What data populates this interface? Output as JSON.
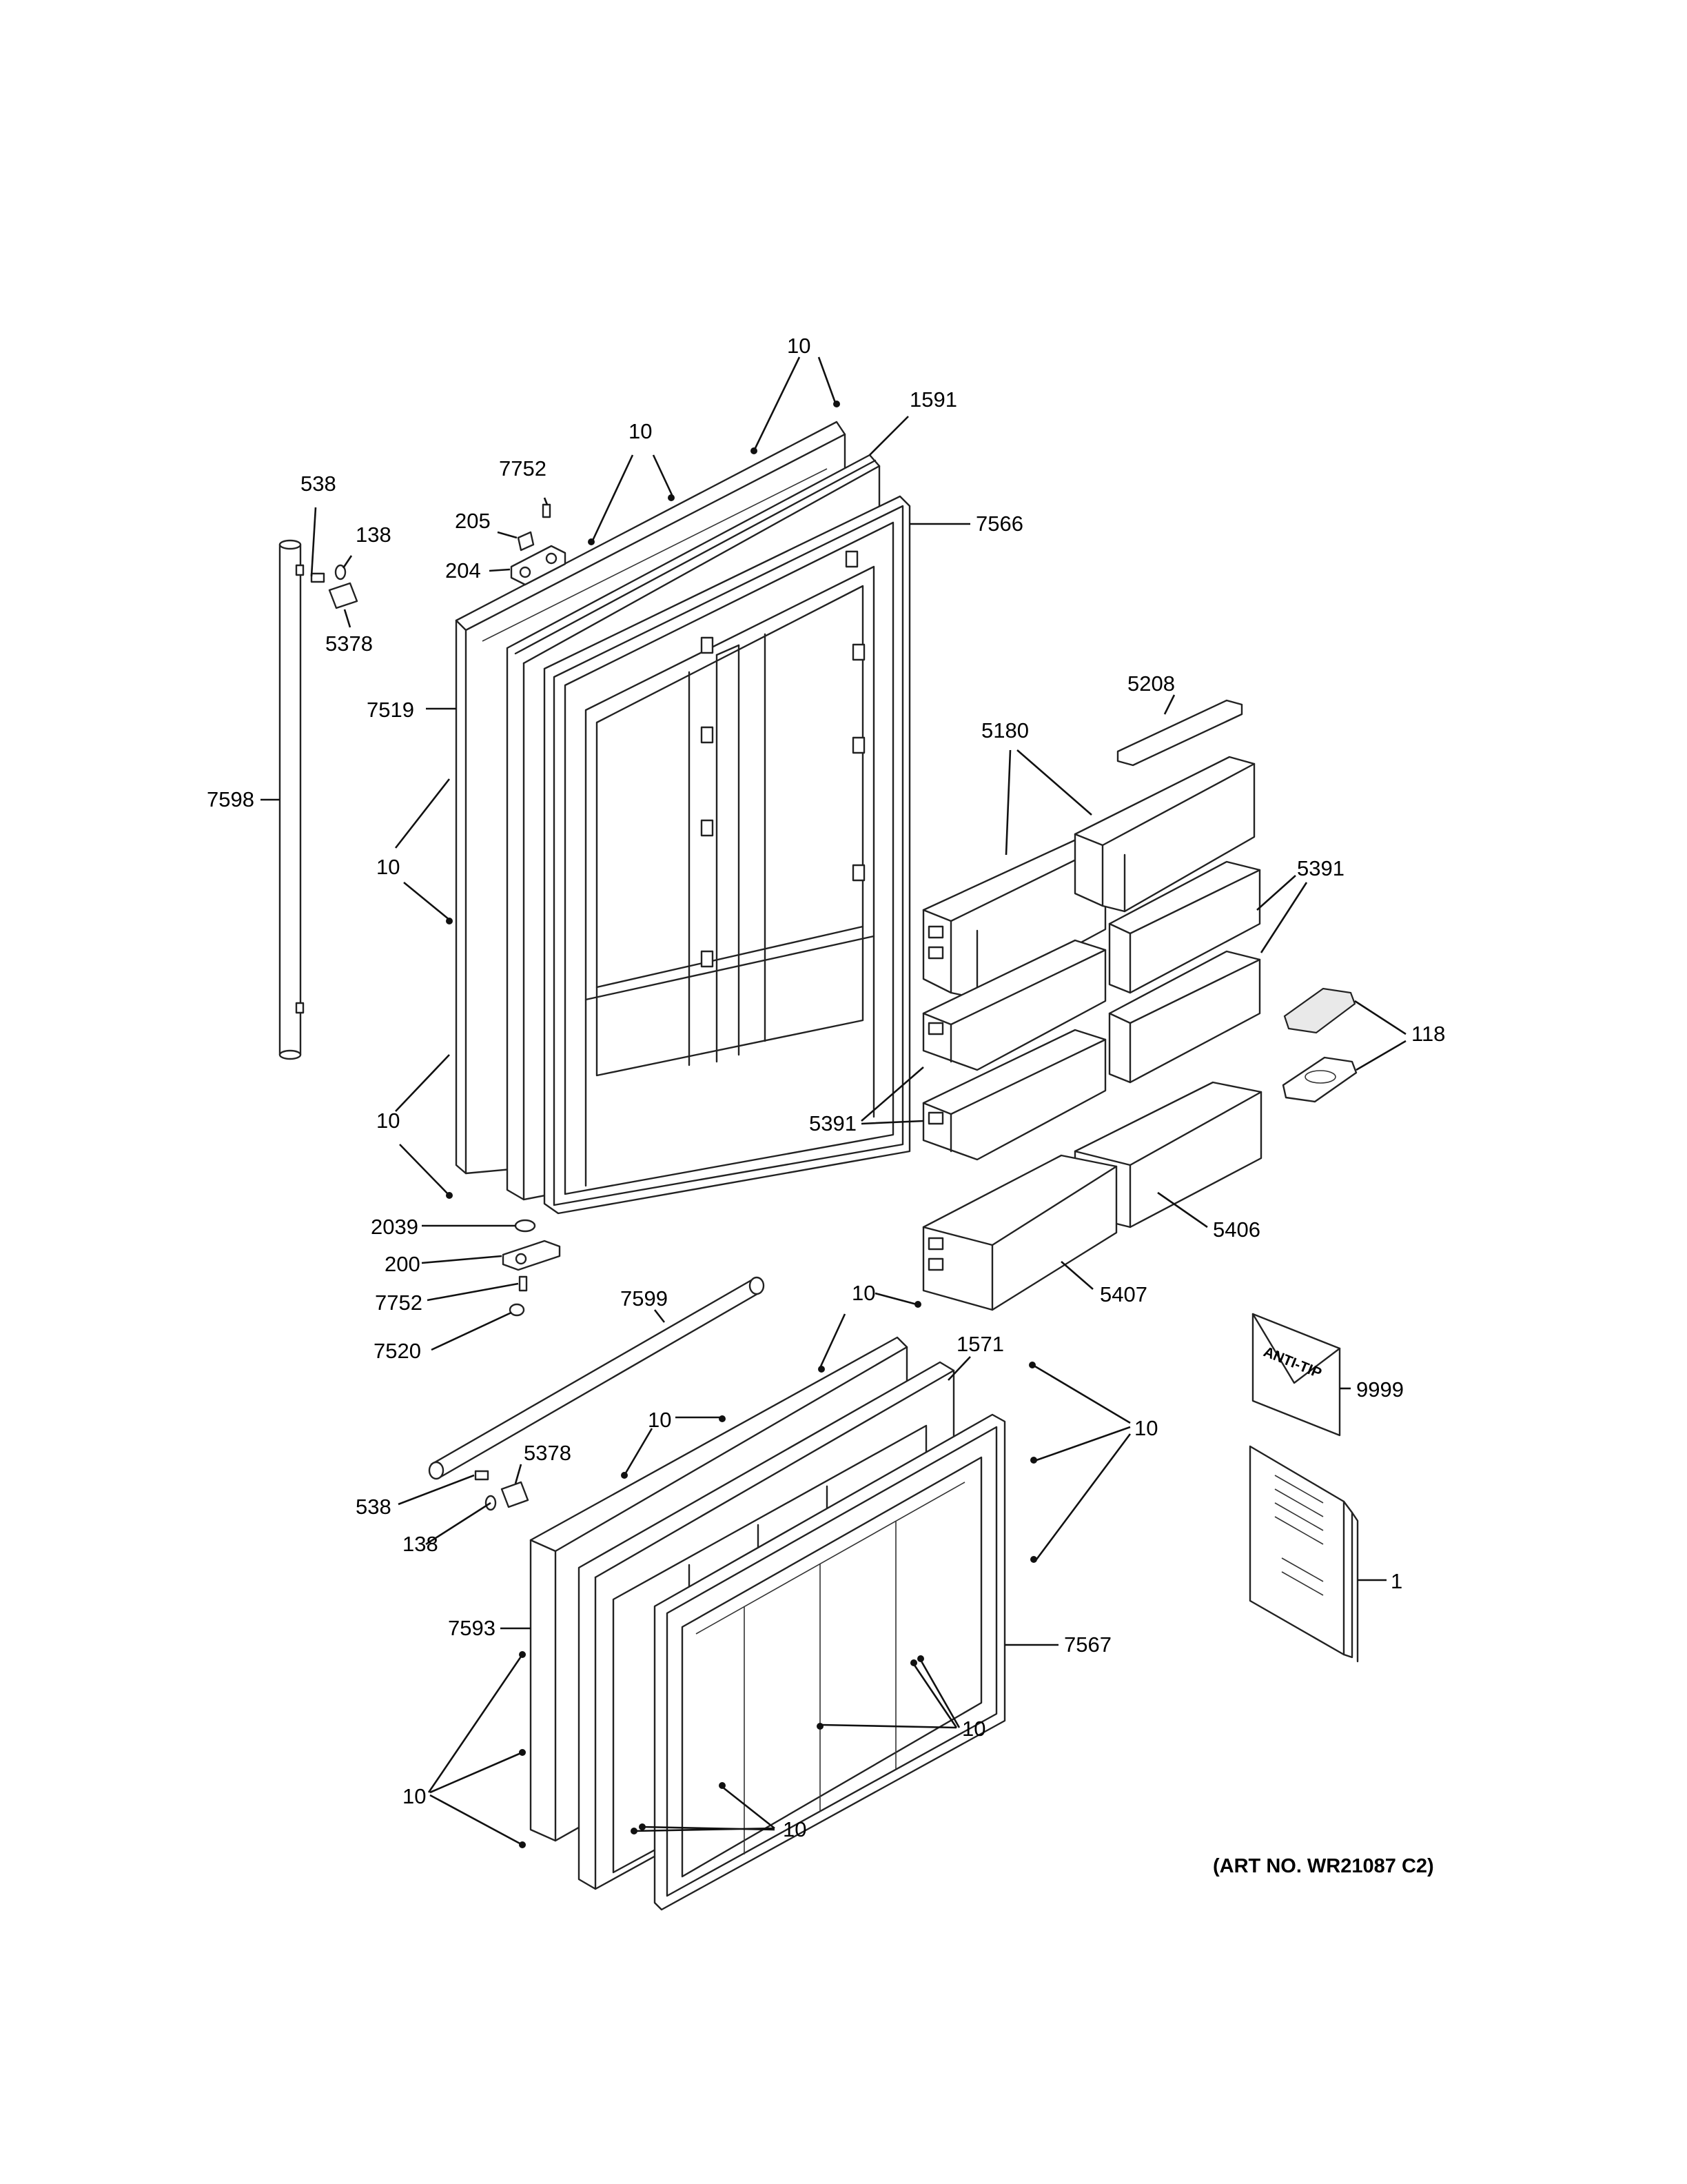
{
  "diagram": {
    "art_number": "(ART NO. WR21087 C2)",
    "anti_tip_text": "ANTI-TIP",
    "labels": {
      "p10": "10",
      "p1591": "1591",
      "p7752": "7752",
      "p538": "538",
      "p138": "138",
      "p205": "205",
      "p204": "204",
      "p7566": "7566",
      "p5378": "5378",
      "p7519": "7519",
      "p5208": "5208",
      "p5180": "5180",
      "p7598": "7598",
      "p5391": "5391",
      "p118": "118",
      "p2039": "2039",
      "p200": "200",
      "p5406": "5406",
      "p7599": "7599",
      "p5407": "5407",
      "p7520": "7520",
      "p1571": "1571",
      "p9999": "9999",
      "p7593": "7593",
      "p1": "1",
      "p7567": "7567"
    }
  }
}
